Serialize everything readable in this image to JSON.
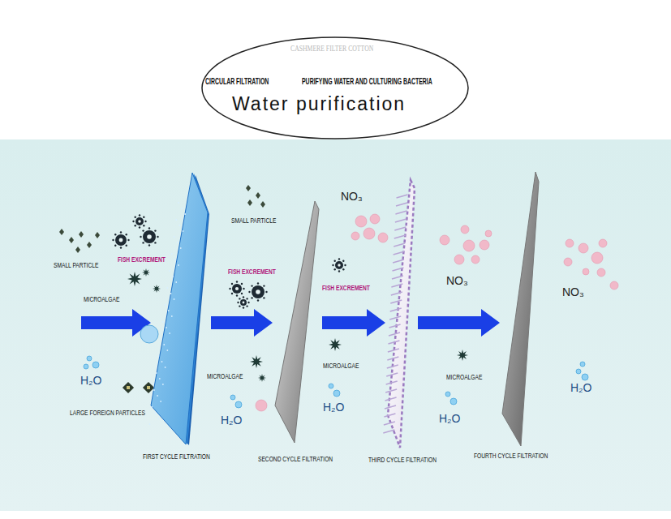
{
  "diagram": {
    "nodes": [
      {
        "text": [
          "CASHMERE FILTER COTTON",
          "CIRCULAR FILTRATION",
          "PURIFYING WATER AND CULTURING BACTERIA",
          "Water purification"
        ]
      },
      {
        "text": [
          "FIRST CYCLE FILTRATION"
        ]
      },
      {
        "text": [
          "SECOND CYCLE FILTRATION"
        ]
      },
      {
        "text": [
          "THIRD CYCLE FILTRATION"
        ]
      },
      {
        "text": [
          "FOURTH CYCLE FILTRATION"
        ]
      }
    ],
    "edges": [
      {
        "from": 1,
        "to": 2,
        "arrow": "to"
      },
      {
        "from": 2,
        "to": 3,
        "arrow": "to"
      },
      {
        "from": 3,
        "to": 4,
        "arrow": "to"
      }
    ],
    "labels": [
      "SMALL PARTICLE",
      "FISH EXCREMENT",
      "MICROALGAE",
      "H₂O",
      "LARGE FOREIGN PARTICLES",
      "SMALL PARTICLE",
      "FISH EXCREMENT",
      "MICROALGAE",
      "H₂O",
      "NO₃",
      "FISH EXCREMENT",
      "MICROALGAE",
      "H₂O",
      "NO₃",
      "MICROALGAE",
      "H₂O",
      "NO₃",
      "H₂O"
    ]
  }
}
